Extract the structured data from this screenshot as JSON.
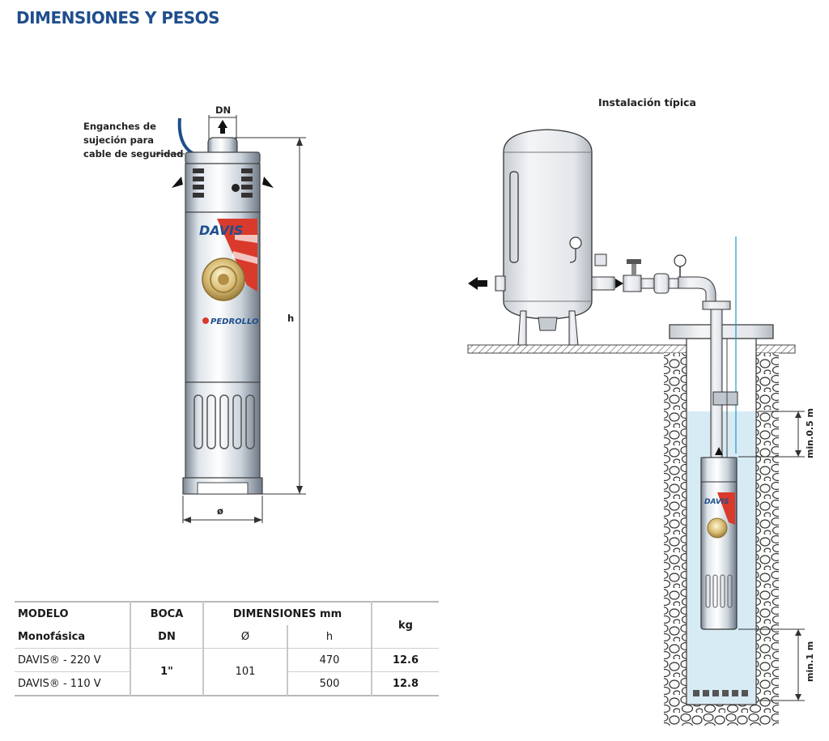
{
  "title": "DIMENSIONES Y PESOS",
  "pump_diagram": {
    "dn_label": "DN",
    "hooks_label_lines": [
      "Enganches de",
      "sujeción para",
      "cable de seguridad"
    ],
    "height_label": "h",
    "diameter_label": "ø",
    "brand_model": "DAVIS",
    "brand_name": "PEDROLLO"
  },
  "installation": {
    "title": "Instalación típica",
    "min_top": "min.0.5 m",
    "min_bottom": "min.1 m"
  },
  "table": {
    "header": {
      "modelo": "MODELO",
      "monofasica": "Monofásica",
      "boca": "BOCA",
      "dn": "DN",
      "dimensiones": "DIMENSIONES mm",
      "diam": "Ø",
      "h": "h",
      "kg": "kg"
    },
    "boca_value": "1\"",
    "diam_value": "101",
    "rows": [
      {
        "model": "DAVIS® - 220 V",
        "h": "470",
        "kg": "12.6"
      },
      {
        "model": "DAVIS® - 110 V",
        "h": "500",
        "kg": "12.8"
      }
    ]
  }
}
